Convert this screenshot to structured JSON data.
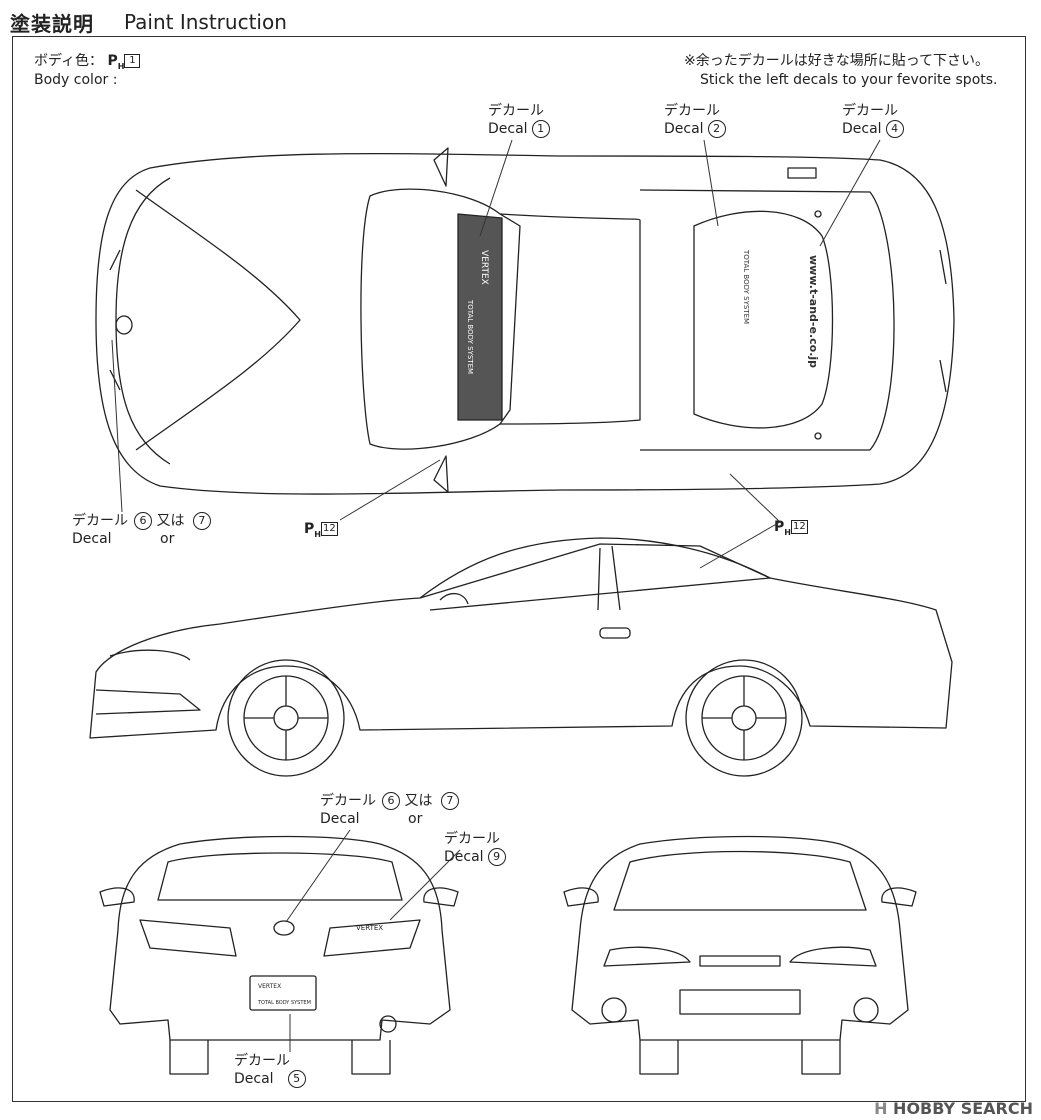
{
  "header": {
    "title_jp": "塗装説明",
    "title_en": "Paint Instruction"
  },
  "body_color": {
    "label_jp": "ボディ色：",
    "label_en": "Body color :",
    "paint_prefix": "P",
    "paint_sub": "H",
    "paint_number": "1"
  },
  "notice": {
    "jp": "※余ったデカールは好きな場所に貼って下さい。",
    "en": "Stick the left decals to your fevorite spots."
  },
  "callouts": {
    "decal_jp": "デカール",
    "decal_en": "Decal",
    "or_jp": "又は",
    "or_en": "or",
    "n1": "1",
    "n2": "2",
    "n4": "4",
    "n5": "5",
    "n6": "6",
    "n7": "7",
    "n9": "9",
    "paint12": "12"
  },
  "decal_text": {
    "windshield_brand": "VERTEX",
    "windshield_sub": "TOTAL BODY SYSTEM",
    "hood_url": "www.t-and-e.co.jp",
    "trunk_badge": "VERTEX",
    "plate_top": "VERTEX",
    "plate_sub": "TOTAL BODY SYSTEM"
  },
  "watermark": {
    "logo": "H",
    "text": "HOBBY SEARCH"
  },
  "colors": {
    "line": "#222222",
    "decal_fill": "#555555"
  }
}
